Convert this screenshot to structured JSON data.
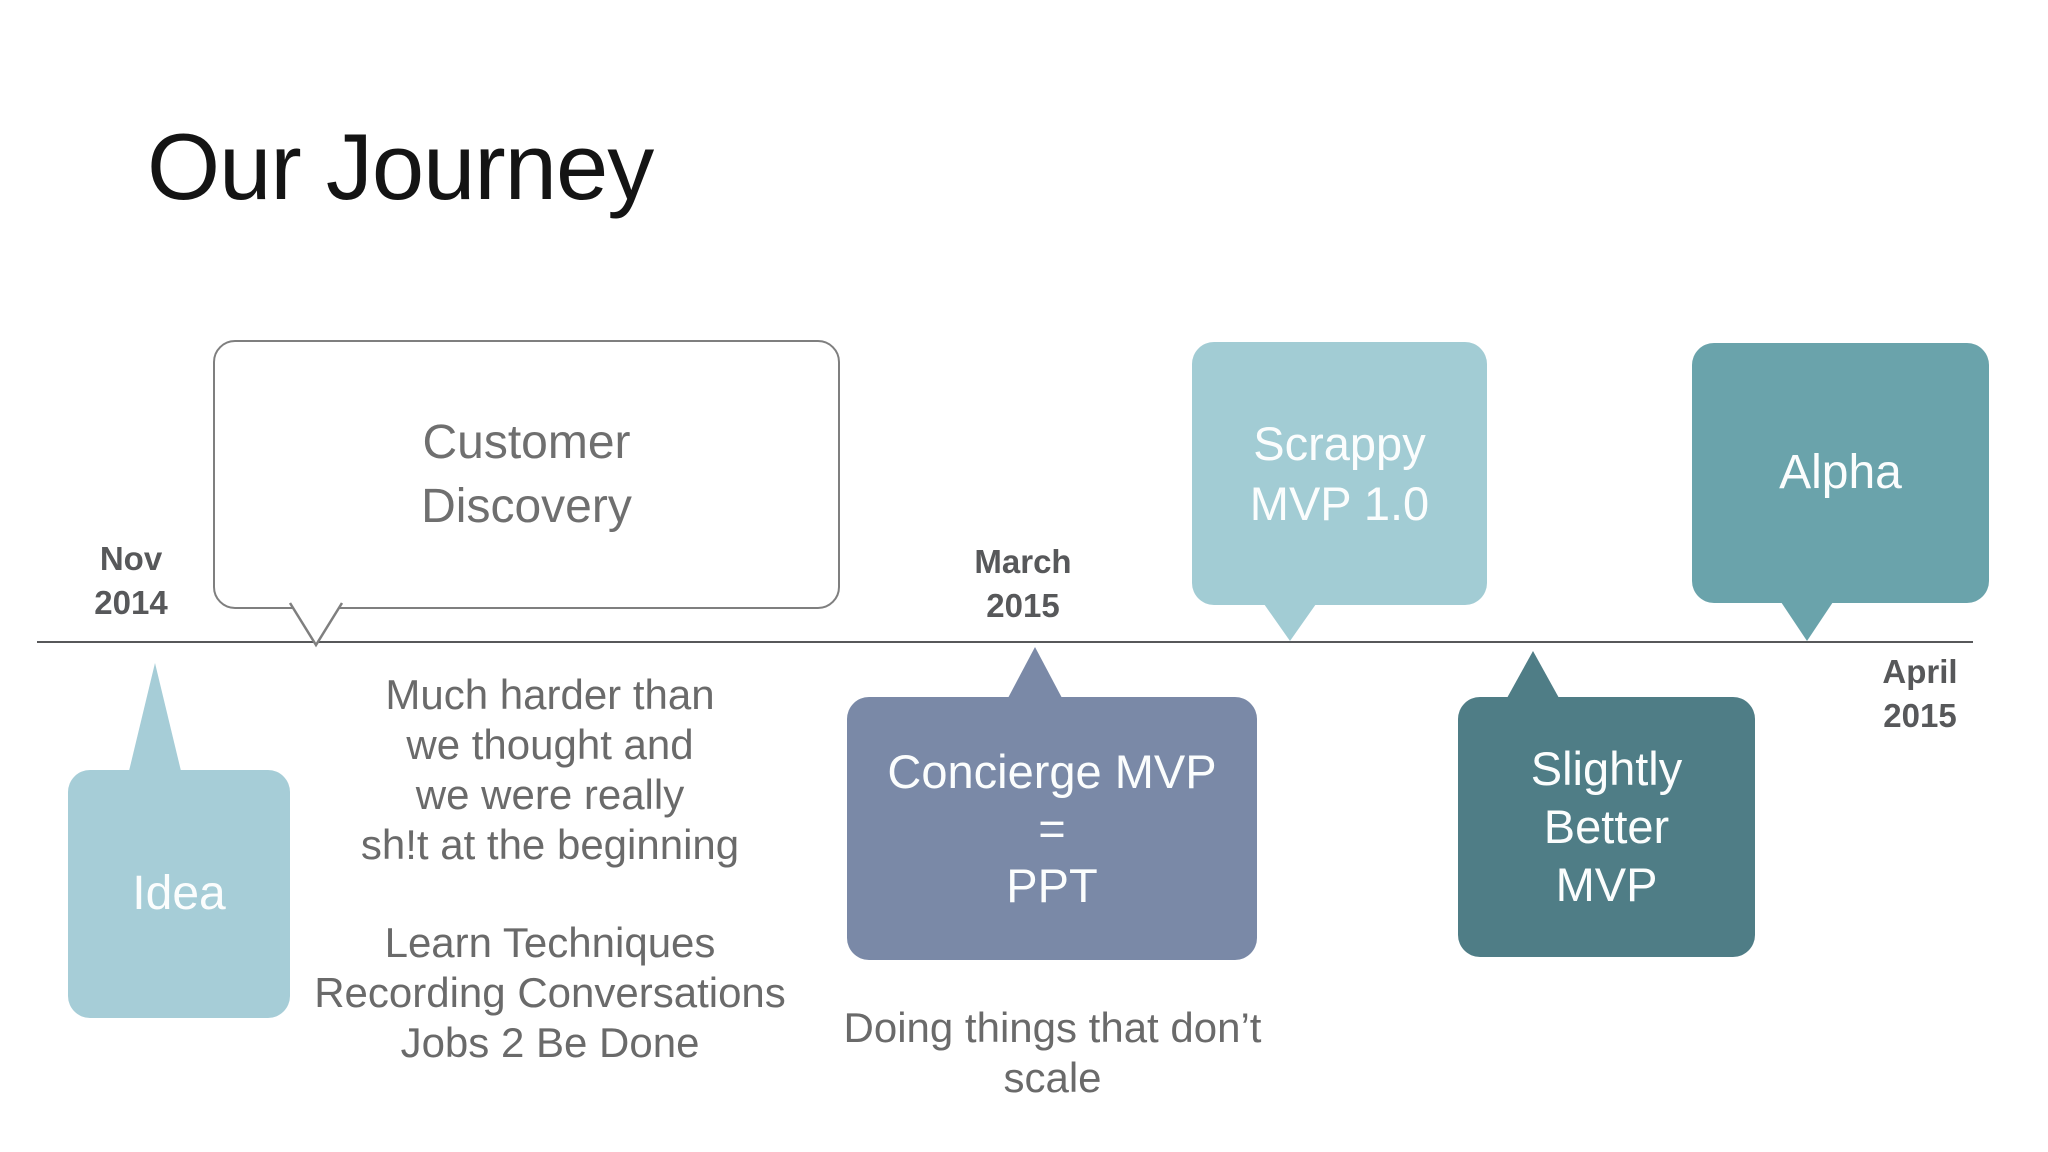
{
  "title": "Our Journey",
  "colors": {
    "title": "#141414",
    "line": "#57585a",
    "label": "#57585a",
    "note": "#6a6a6a",
    "border": "#7f7f7f",
    "disc_text": "#6f6f6f",
    "idea": "#a6cdd7",
    "scrappy": "#a2ccd4",
    "concierge": "#7a89a7",
    "slightly": "#4f7d86",
    "alpha": "#6aa3ab"
  },
  "dates": {
    "nov": {
      "month": "Nov",
      "year": "2014"
    },
    "march": {
      "month": "March",
      "year": "2015"
    },
    "april": {
      "month": "April",
      "year": "2015"
    }
  },
  "callouts": {
    "customer_discovery": {
      "lines": [
        "Customer",
        "Discovery"
      ]
    },
    "idea": {
      "lines": [
        "Idea"
      ]
    },
    "concierge": {
      "lines": [
        "Concierge MVP",
        "=",
        "PPT"
      ]
    },
    "scrappy": {
      "lines": [
        "Scrappy",
        "MVP 1.0"
      ]
    },
    "slightly_better": {
      "lines": [
        "Slightly",
        "Better",
        "MVP"
      ]
    },
    "alpha": {
      "lines": [
        "Alpha"
      ]
    }
  },
  "notes": {
    "customer_discovery_note": {
      "lines": [
        "Much harder than",
        "we thought and",
        "we were really",
        "sh!t at the beginning"
      ]
    },
    "techniques_note": {
      "lines": [
        "Learn Techniques",
        "Recording Conversations",
        "Jobs 2 Be Done"
      ]
    },
    "concierge_note": {
      "lines": [
        "Doing things that don’t",
        "scale"
      ]
    }
  }
}
